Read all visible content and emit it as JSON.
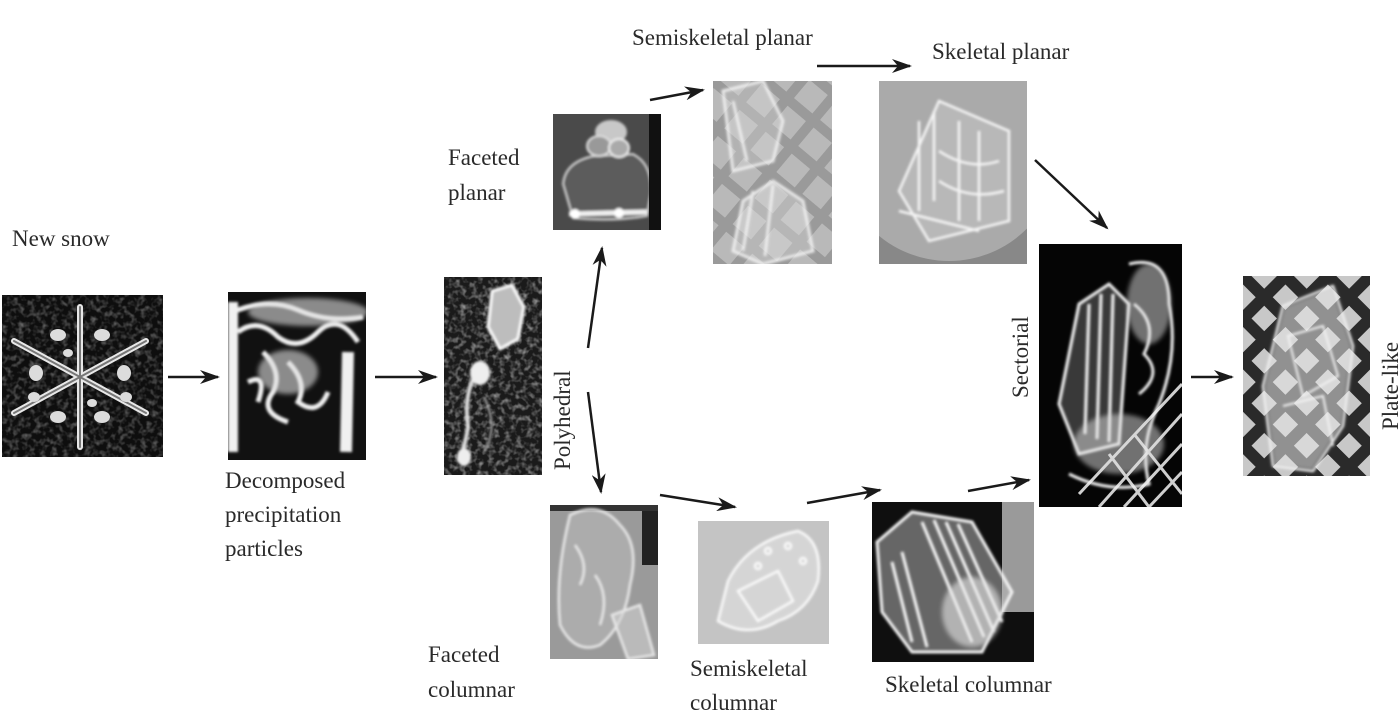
{
  "title": "Snow crystal metamorphism stages",
  "labels": {
    "new_snow": "New snow",
    "decomposed_1": "Decomposed",
    "decomposed_2": "precipitation",
    "decomposed_3": "particles",
    "polyhedral": "Polyhedral",
    "faceted_planar_1": "Faceted",
    "faceted_planar_2": "planar",
    "semiskeletal_planar": "Semiskeletal planar",
    "skeletal_planar": "Skeletal planar",
    "sectorial": "Sectorial",
    "plate_like": "Plate-like",
    "faceted_columnar_1": "Faceted",
    "faceted_columnar_2": "columnar",
    "semiskeletal_columnar_1": "Semiskeletal",
    "semiskeletal_columnar_2": "columnar",
    "skeletal_columnar": "Skeletal columnar"
  },
  "nodes": [
    {
      "id": "new-snow",
      "label": "New snow",
      "image": "snowflake dendrite on dark background"
    },
    {
      "id": "decomposed",
      "label": "Decomposed precipitation particles",
      "image": "fragmented crystal on dark background"
    },
    {
      "id": "polyhedral",
      "label": "Polyhedral",
      "image": "small rounded crystals on dark background"
    },
    {
      "id": "faceted-planar",
      "label": "Faceted planar",
      "image": "faceted plate crystal"
    },
    {
      "id": "semiskeletal-planar",
      "label": "Semiskeletal planar",
      "image": "crystal on grid"
    },
    {
      "id": "skeletal-planar",
      "label": "Skeletal planar",
      "image": "skeletal plate crystal"
    },
    {
      "id": "sectorial",
      "label": "Sectorial",
      "image": "sectorial crystal on dark grid"
    },
    {
      "id": "plate-like",
      "label": "Plate-like",
      "image": "plate crystal on grid"
    },
    {
      "id": "faceted-columnar",
      "label": "Faceted columnar",
      "image": "faceted column crystal"
    },
    {
      "id": "semiskeletal-columnar",
      "label": "Semiskeletal columnar",
      "image": "semiskeletal column crystal"
    },
    {
      "id": "skeletal-columnar",
      "label": "Skeletal columnar",
      "image": "skeletal column crystal"
    }
  ],
  "edges": [
    [
      "new-snow",
      "decomposed"
    ],
    [
      "decomposed",
      "polyhedral"
    ],
    [
      "polyhedral",
      "faceted-planar"
    ],
    [
      "polyhedral",
      "faceted-columnar"
    ],
    [
      "faceted-planar",
      "semiskeletal-planar"
    ],
    [
      "semiskeletal-planar",
      "skeletal-planar"
    ],
    [
      "skeletal-planar",
      "sectorial"
    ],
    [
      "faceted-columnar",
      "semiskeletal-columnar"
    ],
    [
      "semiskeletal-columnar",
      "skeletal-columnar"
    ],
    [
      "skeletal-columnar",
      "sectorial"
    ],
    [
      "sectorial",
      "plate-like"
    ]
  ]
}
